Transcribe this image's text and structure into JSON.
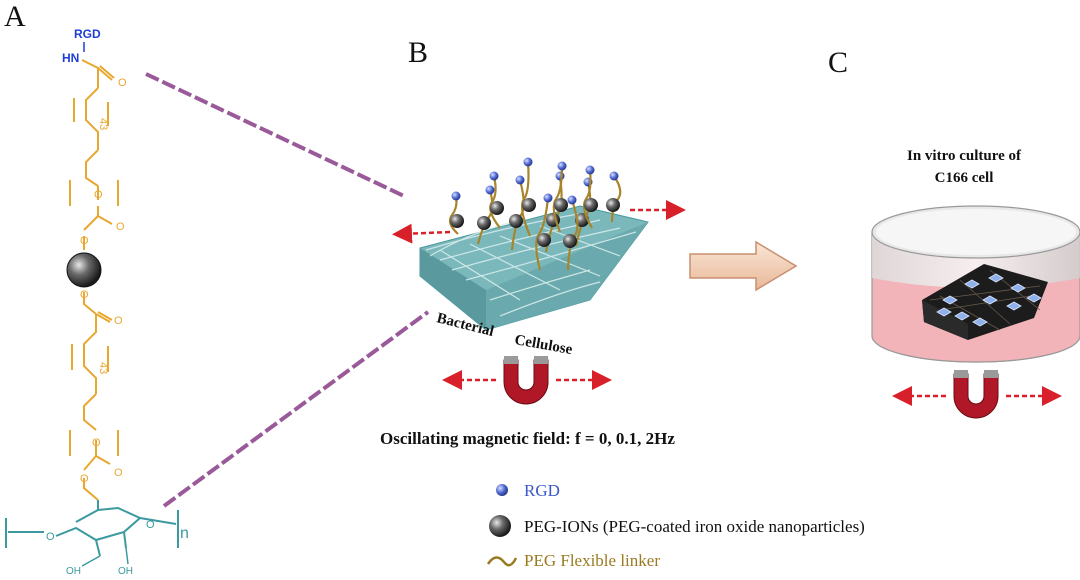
{
  "panels": {
    "a": "A",
    "b": "B",
    "c": "C"
  },
  "chemistry": {
    "rgd_group": "RGD",
    "hn_group": "HN",
    "oxygen": "O",
    "repeat_count": "43",
    "polymer_subscript": "n",
    "hydroxyl": "OH"
  },
  "scaffold_label": {
    "word1": "Bacterial",
    "word2": "Cellulose"
  },
  "field_caption": "Oscillating magnetic field: f = 0, 0.1, 2Hz",
  "culture_title": {
    "line1": "In vitro culture of",
    "line2": "C166 cell"
  },
  "legend": [
    {
      "icon": "rgd-bead-icon",
      "label": "RGD",
      "color": "#3a56c8"
    },
    {
      "icon": "nanoparticle-icon",
      "label": "PEG-IONs (PEG-coated iron oxide nanoparticles)",
      "color": "#111111"
    },
    {
      "icon": "linker-wave-icon",
      "label": "PEG Flexible linker",
      "color": "#9a7a20"
    }
  ],
  "colors": {
    "peg_chain": "#e8a830",
    "cellulose": "#3a9aa0",
    "rgd_text": "#1f3dd6",
    "arrow_red": "#d8202a",
    "dashed_link": "#9a5a9a",
    "dish_fill": "#f2b4b8",
    "magnet_red": "#b01828"
  }
}
